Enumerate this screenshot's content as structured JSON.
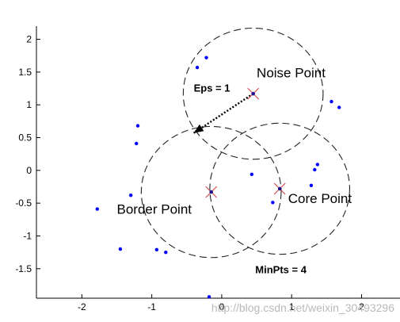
{
  "chart_data": {
    "type": "scatter",
    "title": "",
    "xlabel": "",
    "ylabel": "",
    "xlim": [
      -2.65,
      2.55
    ],
    "ylim": [
      -1.95,
      2.2
    ],
    "xticks": [
      -2,
      -1,
      0,
      1,
      2
    ],
    "yticks": [
      2,
      1.5,
      1,
      0.5,
      0,
      -0.5,
      -1,
      -1.5
    ],
    "xtick_labels": [
      "-2",
      "-1",
      "0",
      "1",
      "2"
    ],
    "ytick_labels": [
      "2",
      "1.5",
      "1",
      "0.5",
      "0",
      "-0.5",
      "-1",
      "-1.5"
    ],
    "grid": false,
    "point_color": "#0000ff",
    "points": [
      {
        "x": -0.35,
        "y": 1.57
      },
      {
        "x": -0.22,
        "y": 1.72
      },
      {
        "x": 0.45,
        "y": 1.17
      },
      {
        "x": 1.57,
        "y": 1.05
      },
      {
        "x": 1.68,
        "y": 0.96
      },
      {
        "x": -1.2,
        "y": 0.68
      },
      {
        "x": -1.22,
        "y": 0.41
      },
      {
        "x": 1.37,
        "y": 0.09
      },
      {
        "x": 1.33,
        "y": 0.01
      },
      {
        "x": 0.43,
        "y": -0.06
      },
      {
        "x": 1.28,
        "y": -0.23
      },
      {
        "x": -0.15,
        "y": -0.33
      },
      {
        "x": 0.83,
        "y": -0.28
      },
      {
        "x": -1.3,
        "y": -0.38
      },
      {
        "x": 0.73,
        "y": -0.49
      },
      {
        "x": -1.78,
        "y": -0.59
      },
      {
        "x": -1.45,
        "y": -1.2
      },
      {
        "x": -0.93,
        "y": -1.21
      },
      {
        "x": -0.8,
        "y": -1.25
      },
      {
        "x": -0.18,
        "y": -1.93
      }
    ],
    "marked_points": [
      {
        "x": 0.45,
        "y": 1.17,
        "label": "Noise Point"
      },
      {
        "x": -0.15,
        "y": -0.33,
        "label": "Border Point"
      },
      {
        "x": 0.83,
        "y": -0.28,
        "label": "Core Point"
      }
    ],
    "circles": [
      {
        "cx": 0.45,
        "cy": 1.17,
        "r": 1.0
      },
      {
        "cx": -0.15,
        "cy": -0.33,
        "r": 1.0
      },
      {
        "cx": 0.83,
        "cy": -0.28,
        "r": 1.0
      }
    ],
    "arrow": {
      "from": [
        0.45,
        1.17
      ],
      "to": [
        -0.4,
        0.57
      ]
    },
    "annotations": [
      {
        "text": "Noise Point",
        "x": 0.5,
        "y": 1.42,
        "style": "big"
      },
      {
        "text": "Border Point",
        "x": -1.5,
        "y": -0.66,
        "style": "big"
      },
      {
        "text": "Core Point",
        "x": 0.95,
        "y": -0.5,
        "style": "big"
      },
      {
        "text": "Eps = 1",
        "x": -0.4,
        "y": 1.2,
        "style": "small"
      },
      {
        "text": "MinPts = 4",
        "x": 0.48,
        "y": -1.57,
        "style": "small"
      }
    ]
  },
  "watermark": "http://blog.csdn.net/weixin_30493296"
}
